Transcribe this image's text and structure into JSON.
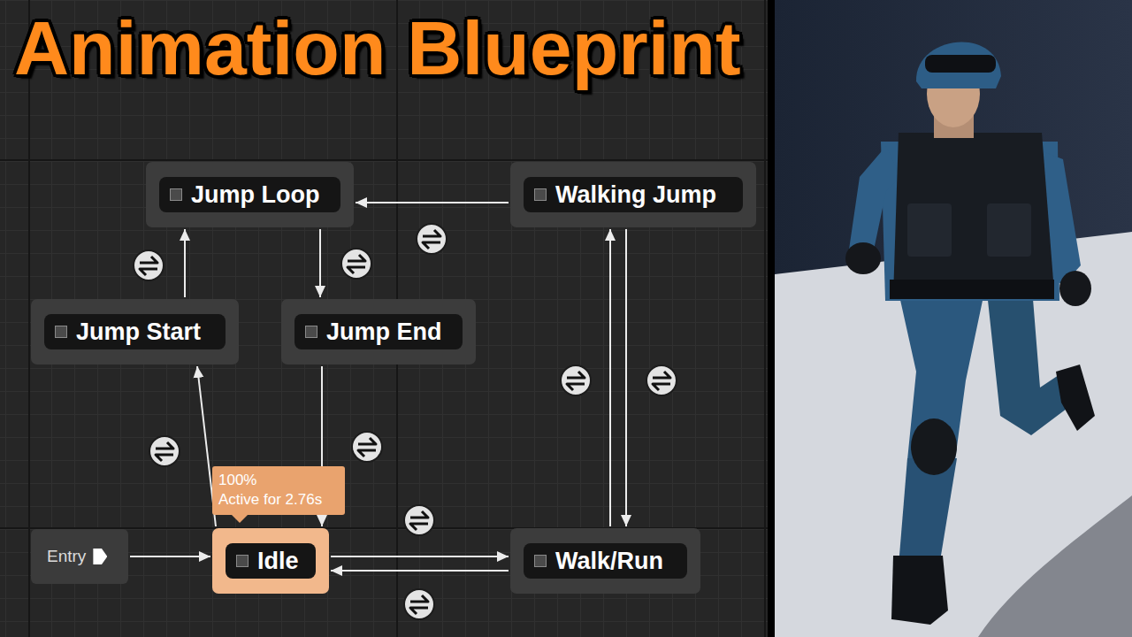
{
  "diagram": {
    "title": "Animation Blueprint",
    "nodes": [
      {
        "text": [
          "Jump Loop"
        ]
      },
      {
        "text": [
          "Walking Jump"
        ]
      },
      {
        "text": [
          "Jump Start"
        ]
      },
      {
        "text": [
          "Jump End"
        ]
      },
      {
        "text": [
          "100%",
          "Active for 2.76s"
        ]
      },
      {
        "text": [
          "Entry"
        ]
      },
      {
        "text": [
          "Idle"
        ]
      },
      {
        "text": [
          "Walk/Run"
        ]
      }
    ],
    "edges": [
      {
        "from": 5,
        "to": 6,
        "arrow": "to"
      },
      {
        "from": 6,
        "to": 2,
        "arrow": "to"
      },
      {
        "from": 2,
        "to": 0,
        "arrow": "to"
      },
      {
        "from": 0,
        "to": 3,
        "arrow": "to"
      },
      {
        "from": 3,
        "to": 6,
        "arrow": "to"
      },
      {
        "from": 1,
        "to": 0,
        "arrow": "to"
      },
      {
        "from": 7,
        "to": 1,
        "arrow": "to"
      },
      {
        "from": 1,
        "to": 7,
        "arrow": "to"
      },
      {
        "from": 6,
        "to": 7,
        "arrow": "to"
      },
      {
        "from": 7,
        "to": 6,
        "arrow": "to"
      }
    ]
  }
}
